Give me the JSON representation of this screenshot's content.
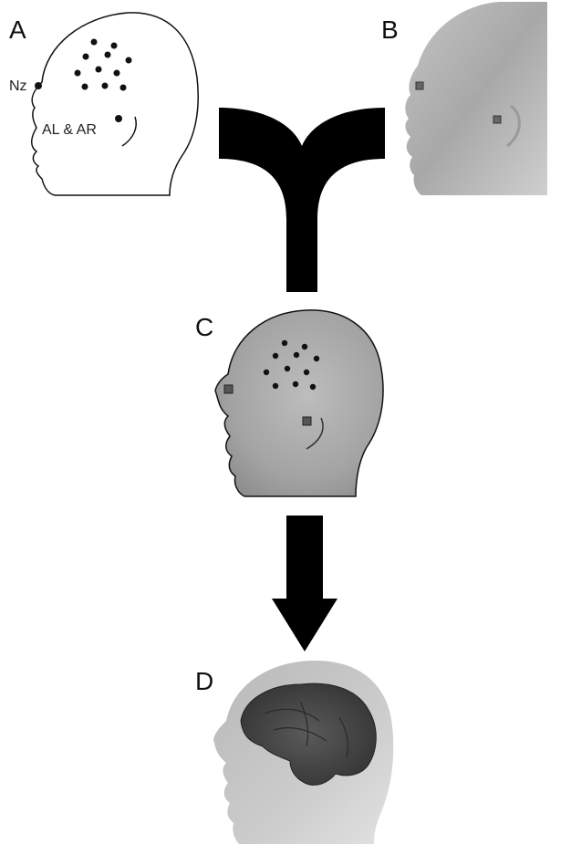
{
  "panels": {
    "a": {
      "label": "A",
      "landmark_labels": {
        "nasion": "Nz",
        "ears": "AL & AR"
      }
    },
    "b": {
      "label": "B"
    },
    "c": {
      "label": "C"
    },
    "d": {
      "label": "D"
    }
  },
  "colors": {
    "outline": "#111111",
    "head_fill_light": "#d6d6d6",
    "head_fill_dark": "#8e8e8e",
    "brain_fill": "#4a4a4a",
    "arrow": "#000000",
    "background": "#ffffff"
  },
  "icons": {
    "merge_arrow": "y-merge-arrow",
    "down_arrow": "down-arrow"
  }
}
